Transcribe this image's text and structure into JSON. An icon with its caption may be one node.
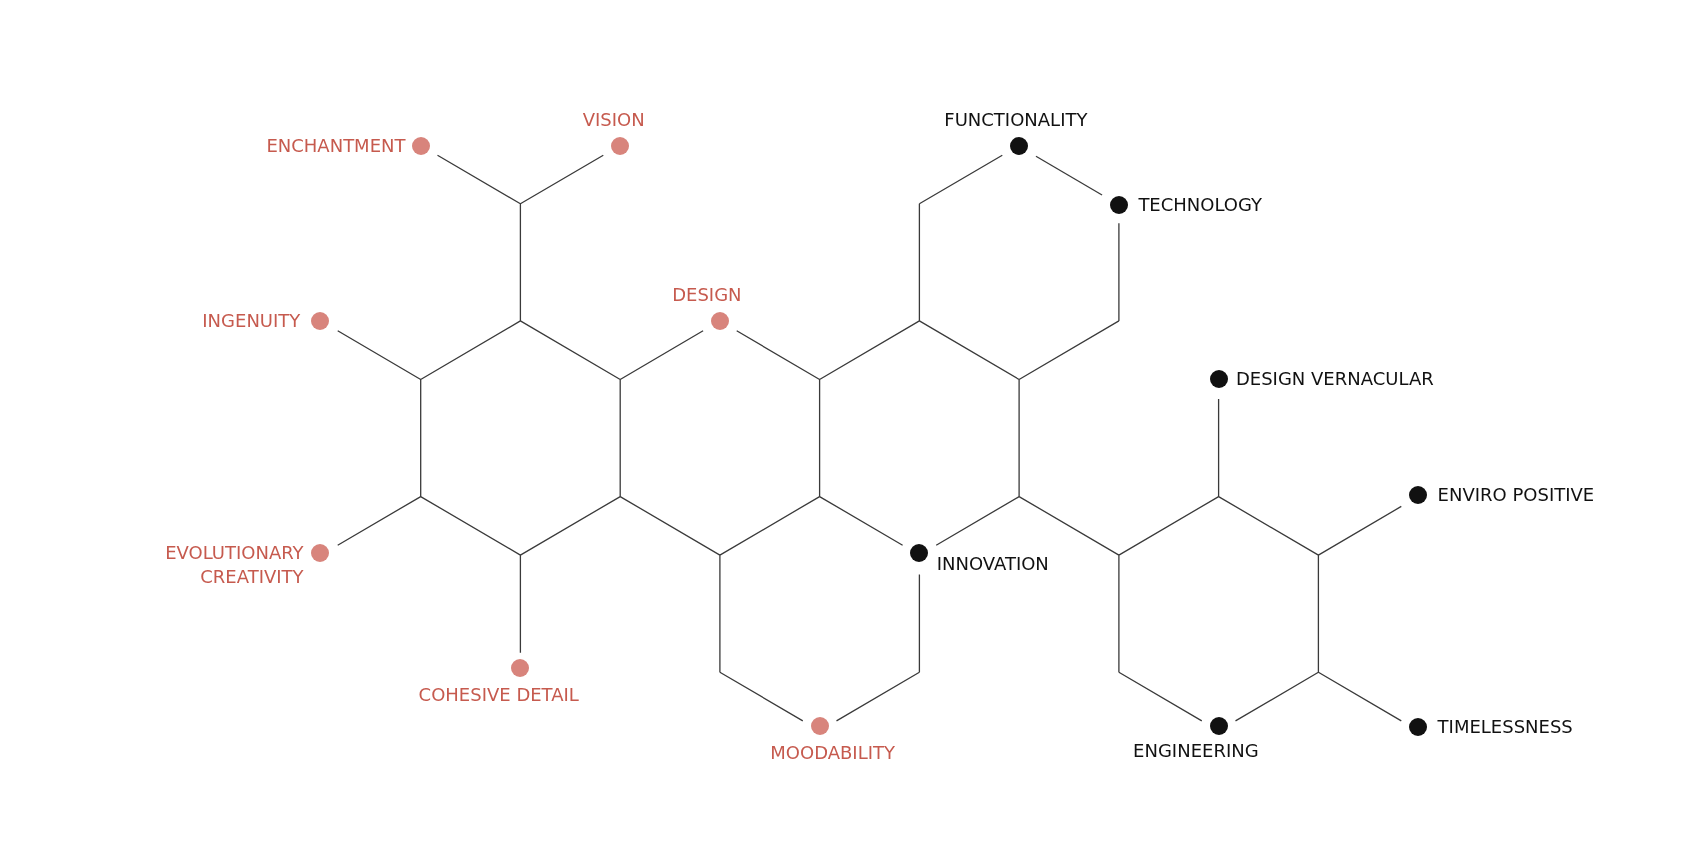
{
  "diagram": {
    "nodes": [
      {
        "text": [
          "ENCHANTMENT"
        ]
      },
      {
        "text": [
          "VISION"
        ]
      },
      {
        "text": [
          "FUNCTIONALITY"
        ]
      },
      {
        "text": [
          "TECHNOLOGY"
        ]
      },
      {
        "text": [
          "INGENUITY"
        ]
      },
      {
        "text": [
          "DESIGN"
        ]
      },
      {
        "text": [
          "DESIGN VERNACULAR"
        ]
      },
      {
        "text": [
          "ENVIRO POSITIVE"
        ]
      },
      {
        "text": [
          "EVOLUTIONARY CREATIVITY"
        ]
      },
      {
        "text": [
          "INNOVATION"
        ]
      },
      {
        "text": [
          "COHESIVE DETAIL"
        ]
      },
      {
        "text": [
          "MOODABILITY"
        ]
      },
      {
        "text": [
          "ENGINEERING"
        ]
      },
      {
        "text": [
          "TIMELESSNESS"
        ]
      }
    ],
    "edges": [
      {
        "from": 2,
        "to": 3,
        "arrow": "none"
      }
    ]
  }
}
